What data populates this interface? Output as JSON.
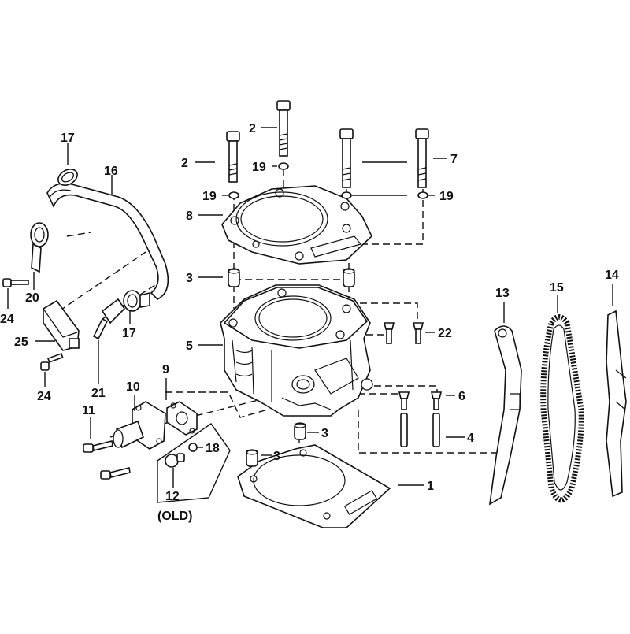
{
  "diagram": {
    "callouts": {
      "c1": "1",
      "c2a": "2",
      "c2b": "2",
      "c3a": "3",
      "c3b": "3",
      "c3c": "3",
      "c4": "4",
      "c5": "5",
      "c6": "6",
      "c7": "7",
      "c8": "8",
      "c9": "9",
      "c10": "10",
      "c11": "11",
      "c12": "12",
      "c13": "13",
      "c14": "14",
      "c15": "15",
      "c16": "16",
      "c17a": "17",
      "c17b": "17",
      "c18": "18",
      "c19a": "19",
      "c19b": "19",
      "c19c": "19",
      "c20": "20",
      "c21": "21",
      "c22": "22",
      "c24a": "24",
      "c24b": "24",
      "c25": "25"
    },
    "old_label": "(OLD)"
  }
}
